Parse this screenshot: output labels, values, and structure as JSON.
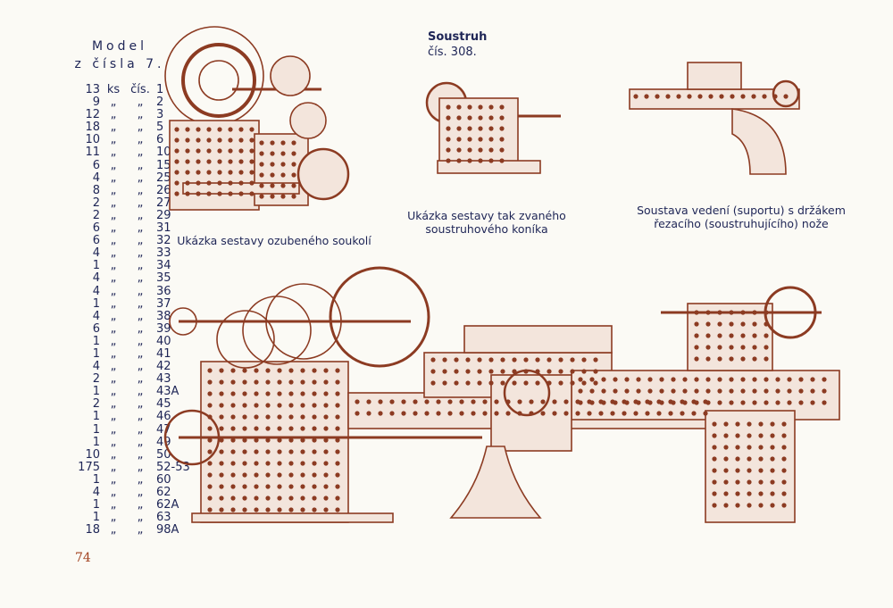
{
  "model": {
    "line1": "Model",
    "line2": "z čísla 7."
  },
  "parts": [
    {
      "q": "13",
      "u": "ks",
      "d": "čís.",
      "n": "1"
    },
    {
      "q": "9",
      "u": "„",
      "d": "„",
      "n": "2"
    },
    {
      "q": "12",
      "u": "„",
      "d": "„",
      "n": "3"
    },
    {
      "q": "18",
      "u": "„",
      "d": "„",
      "n": "5"
    },
    {
      "q": "10",
      "u": "„",
      "d": "„",
      "n": "6"
    },
    {
      "q": "11",
      "u": "„",
      "d": "„",
      "n": "10"
    },
    {
      "q": "6",
      "u": "„",
      "d": "„",
      "n": "15"
    },
    {
      "q": "4",
      "u": "„",
      "d": "„",
      "n": "25"
    },
    {
      "q": "8",
      "u": "„",
      "d": "„",
      "n": "26"
    },
    {
      "q": "2",
      "u": "„",
      "d": "„",
      "n": "27"
    },
    {
      "q": "2",
      "u": "„",
      "d": "„",
      "n": "29"
    },
    {
      "q": "6",
      "u": "„",
      "d": "„",
      "n": "31"
    },
    {
      "q": "6",
      "u": "„",
      "d": "„",
      "n": "32"
    },
    {
      "q": "4",
      "u": "„",
      "d": "„",
      "n": "33"
    },
    {
      "q": "1",
      "u": "„",
      "d": "„",
      "n": "34"
    },
    {
      "q": "4",
      "u": "„",
      "d": "„",
      "n": "35"
    },
    {
      "q": "4",
      "u": "„",
      "d": "„",
      "n": "36"
    },
    {
      "q": "1",
      "u": "„",
      "d": "„",
      "n": "37"
    },
    {
      "q": "4",
      "u": "„",
      "d": "„",
      "n": "38"
    },
    {
      "q": "6",
      "u": "„",
      "d": "„",
      "n": "39"
    },
    {
      "q": "1",
      "u": "„",
      "d": "„",
      "n": "40"
    },
    {
      "q": "1",
      "u": "„",
      "d": "„",
      "n": "41"
    },
    {
      "q": "4",
      "u": "„",
      "d": "„",
      "n": "42"
    },
    {
      "q": "2",
      "u": "„",
      "d": "„",
      "n": "43"
    },
    {
      "q": "1",
      "u": "„",
      "d": "„",
      "n": "43A"
    },
    {
      "q": "2",
      "u": "„",
      "d": "„",
      "n": "45"
    },
    {
      "q": "1",
      "u": "„",
      "d": "„",
      "n": "46"
    },
    {
      "q": "1",
      "u": "„",
      "d": "„",
      "n": "47"
    },
    {
      "q": "1",
      "u": "„",
      "d": "„",
      "n": "49"
    },
    {
      "q": "10",
      "u": "„",
      "d": "„",
      "n": "50"
    },
    {
      "q": "175",
      "u": "„",
      "d": "„",
      "n": "52-53"
    },
    {
      "q": "1",
      "u": "„",
      "d": "„",
      "n": "60"
    },
    {
      "q": "4",
      "u": "„",
      "d": "„",
      "n": "62"
    },
    {
      "q": "1",
      "u": "„",
      "d": "„",
      "n": "62A"
    },
    {
      "q": "1",
      "u": "„",
      "d": "„",
      "n": "63"
    },
    {
      "q": "18",
      "u": "„",
      "d": "„",
      "n": "98A"
    }
  ],
  "page_number": "74",
  "soustruh": {
    "title": "Soustruh",
    "number": "čís. 308."
  },
  "captions": {
    "gears": "Ukázka sestavy ozubeného soukolí",
    "tailstock_1": "Ukázka sestavy tak zvaného",
    "tailstock_2": "soustruhového koníka",
    "carriage_1": "Soustava vedení (suportu) s držákem",
    "carriage_2": "řezacího (soustruhujícího) nože"
  },
  "colors": {
    "text": "#1e2556",
    "drawing": "#8c3b22",
    "page_number": "#a2421f",
    "paper": "#fbfaf5"
  }
}
